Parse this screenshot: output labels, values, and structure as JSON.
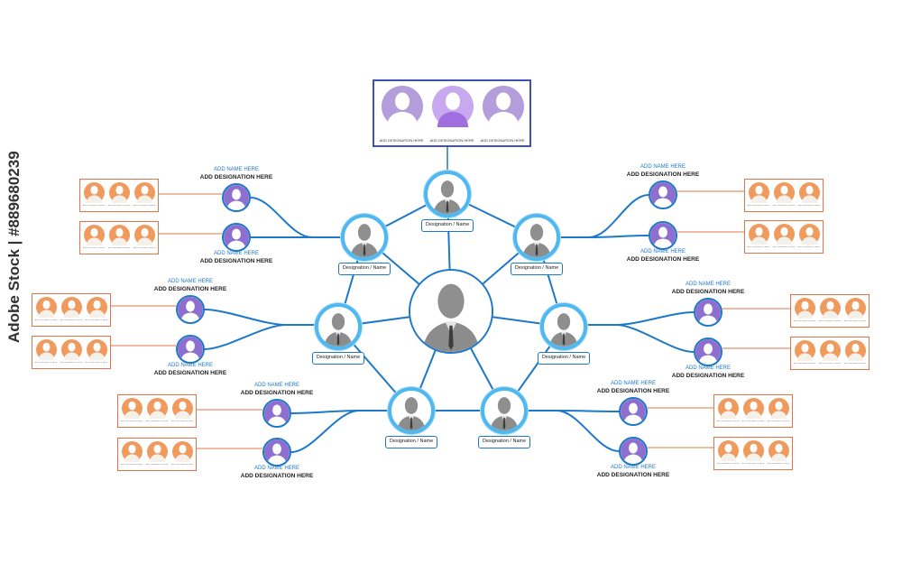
{
  "colors": {
    "line_blue": "#1e78c8",
    "ring_blue": "#4fb8f0",
    "team_orange": "#f09a5e",
    "team_border": "#e5734a",
    "top_purple": "#b39ddb",
    "top_border": "#3f51b5",
    "leaf_purple": "#8e6fd0"
  },
  "icons": [
    "person-avatar-icon",
    "male-silhouette-icon",
    "female-silhouette-icon"
  ],
  "center": {
    "label": "male-silhouette-icon"
  },
  "top_panel": {
    "members": [
      {
        "designation": "ADD DESIGNATION HERE",
        "icon": "male-silhouette-icon"
      },
      {
        "designation": "ADD DESIGNATION HERE",
        "icon": "female-silhouette-icon"
      },
      {
        "designation": "ADD DESIGNATION HERE",
        "icon": "male-silhouette-icon"
      }
    ]
  },
  "managers": [
    {
      "label": "Designation / Name"
    },
    {
      "label": "Designation / Name"
    },
    {
      "label": "Designation / Name"
    },
    {
      "label": "Designation / Name"
    },
    {
      "label": "Designation / Name"
    },
    {
      "label": "Designation / Name"
    },
    {
      "label": "Designation / Name"
    }
  ],
  "leaves": [
    {
      "name": "ADD NAME HERE",
      "designation": "ADD DESIGNATION HERE"
    },
    {
      "name": "ADD NAME HERE",
      "designation": "ADD DESIGNATION HERE"
    },
    {
      "name": "ADD NAME HERE",
      "designation": "ADD DESIGNATION HERE"
    },
    {
      "name": "ADD NAME HERE",
      "designation": "ADD DESIGNATION HERE"
    },
    {
      "name": "ADD NAME HERE",
      "designation": "ADD DESIGNATION HERE"
    },
    {
      "name": "ADD NAME HERE",
      "designation": "ADD DESIGNATION HERE"
    },
    {
      "name": "ADD NAME HERE",
      "designation": "ADD DESIGNATION HERE"
    },
    {
      "name": "ADD NAME HERE",
      "designation": "ADD DESIGNATION HERE"
    },
    {
      "name": "ADD NAME HERE",
      "designation": "ADD DESIGNATION HERE"
    },
    {
      "name": "ADD NAME HERE",
      "designation": "ADD DESIGNATION HERE"
    },
    {
      "name": "ADD NAME HERE",
      "designation": "ADD DESIGNATION HERE"
    },
    {
      "name": "ADD NAME HERE",
      "designation": "ADD DESIGNATION HERE"
    }
  ],
  "team_box": {
    "member_caption": "ADD DESIGNATION HERE"
  },
  "watermark": "Adobe Stock | #889680239"
}
